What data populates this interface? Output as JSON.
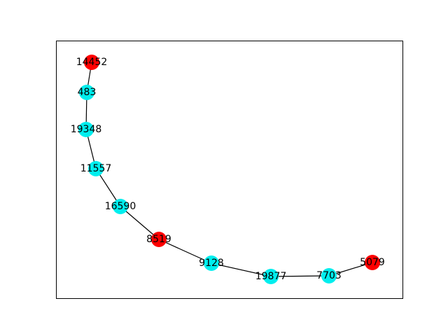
{
  "graph": {
    "colors": {
      "cyan": "#00eeee",
      "red": "#ff0000",
      "edge": "#000000",
      "frame": "#000000"
    },
    "nodes": [
      {
        "id": "14452",
        "color": "red"
      },
      {
        "id": "483",
        "color": "cyan"
      },
      {
        "id": "19348",
        "color": "cyan"
      },
      {
        "id": "11557",
        "color": "cyan"
      },
      {
        "id": "16590",
        "color": "cyan"
      },
      {
        "id": "8519",
        "color": "red"
      },
      {
        "id": "9128",
        "color": "cyan"
      },
      {
        "id": "19877",
        "color": "cyan"
      },
      {
        "id": "7703",
        "color": "cyan"
      },
      {
        "id": "5079",
        "color": "red"
      }
    ],
    "edges": [
      [
        "14452",
        "483"
      ],
      [
        "483",
        "19348"
      ],
      [
        "19348",
        "11557"
      ],
      [
        "11557",
        "16590"
      ],
      [
        "16590",
        "8519"
      ],
      [
        "8519",
        "9128"
      ],
      [
        "9128",
        "19877"
      ],
      [
        "19877",
        "7703"
      ],
      [
        "7703",
        "5079"
      ]
    ]
  }
}
